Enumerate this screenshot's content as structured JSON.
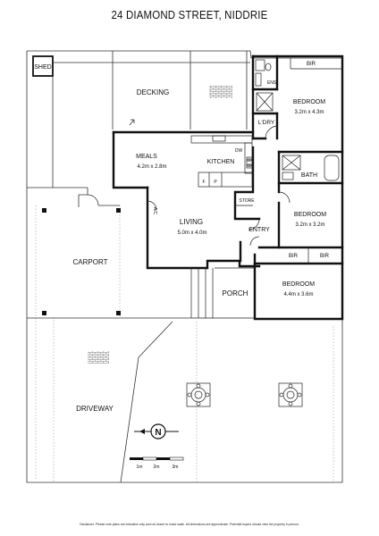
{
  "title": "24 DIAMOND STREET, NIDDRIE",
  "rooms": {
    "shed": "SHED",
    "decking": "DECKING",
    "meals": "MEALS",
    "meals_dim": "4.2m x 2.8m",
    "kitchen": "KITCHEN",
    "dw": "DW",
    "fridge": "F",
    "pantry": "P",
    "store": "STORE",
    "living": "LIVING",
    "living_dim": "5.0m x 4.0m",
    "ac": "A/C",
    "entry": "ENTRY",
    "porch": "PORCH",
    "carport": "CARPORT",
    "driveway": "DRIVEWAY",
    "ens": "ENS",
    "ldry": "L'DRY",
    "bath": "BATH",
    "bir1": "BIR",
    "bed1": "BEDROOM",
    "bed1_dim": "3.2m x 4.3m",
    "bed2": "BEDROOM",
    "bed2_dim": "3.2m x 3.2m",
    "bir2": "BIR",
    "bir3": "BIR",
    "bed3": "BEDROOM",
    "bed3_dim": "4.4m x 3.6m"
  },
  "scale": {
    "m1": "1m",
    "m2": "2m",
    "m3": "3m"
  },
  "compass": "N",
  "disclaimer": "Disclaimer: Please note plans are indicative only and not drawn to exact scale. All dimensions are approximate. Potential buyers should view the property in person."
}
